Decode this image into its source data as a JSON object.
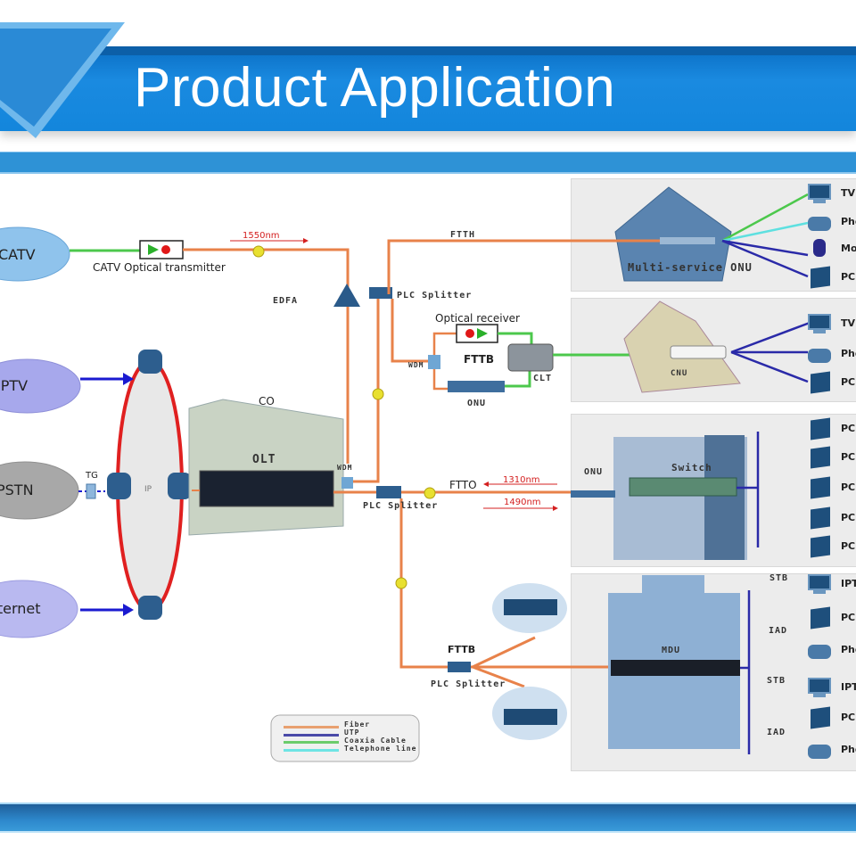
{
  "header": {
    "title": "Product Application",
    "colors": {
      "band": "#1386dc",
      "band_dark": "#0c5fa8",
      "sub_band": "#2e92d6"
    }
  },
  "sources": {
    "catv": "CATV",
    "iptv": "IPTV",
    "pstn": "PSTN",
    "internet": "Internet",
    "tg": "TG",
    "ip": "IP"
  },
  "core": {
    "catv_tx": "CATV  Optical transmitter",
    "wavelength_1550": "1550nm",
    "edfa": "EDFA",
    "co": "CO",
    "olt": "OLT",
    "wdm": "WDM",
    "plc_splitter": "PLC Splitter",
    "plc_splitter_main": "PLC Splitter",
    "fttx_ftth": "FTTH",
    "fttb_top": "FTTB",
    "fttb_bottom": "FTTB",
    "ftto": "FTTO",
    "wavelength_1310": "1310nm",
    "wavelength_1490": "1490nm",
    "optical_receiver": "Optical receiver",
    "wdm_small": "WDM",
    "onu_small": "ONU",
    "clt": "CLT",
    "plc_splitter_bottom": "PLC Splitter"
  },
  "panels": {
    "ftth": {
      "device": "Multi-service ONU",
      "endpoints": [
        "TV",
        "Phone",
        "Modem",
        "PC"
      ]
    },
    "fttb_cnu": {
      "device": "CNU",
      "endpoints": [
        "TV",
        "Phone",
        "PC"
      ]
    },
    "ftto": {
      "onu": "ONU",
      "switch": "Switch",
      "endpoints": [
        "PC",
        "PC",
        "PC",
        "PC",
        "PC"
      ]
    },
    "mdu": {
      "device": "MDU",
      "stb1": "STB",
      "iad1": "IAD",
      "stb2": "STB",
      "iad2": "IAD",
      "endpoints": [
        "IPTV",
        "PC",
        "Phone",
        "IPTV",
        "PC",
        "Phone"
      ]
    }
  },
  "legend": {
    "items": [
      {
        "label": "Fiber",
        "color": "#e8824a"
      },
      {
        "label": "UTP",
        "color": "#3a3aa8"
      },
      {
        "label": "Coaxia Cable",
        "color": "#4cc84c"
      },
      {
        "label": "Telephone line",
        "color": "#5ee0e0"
      }
    ]
  }
}
